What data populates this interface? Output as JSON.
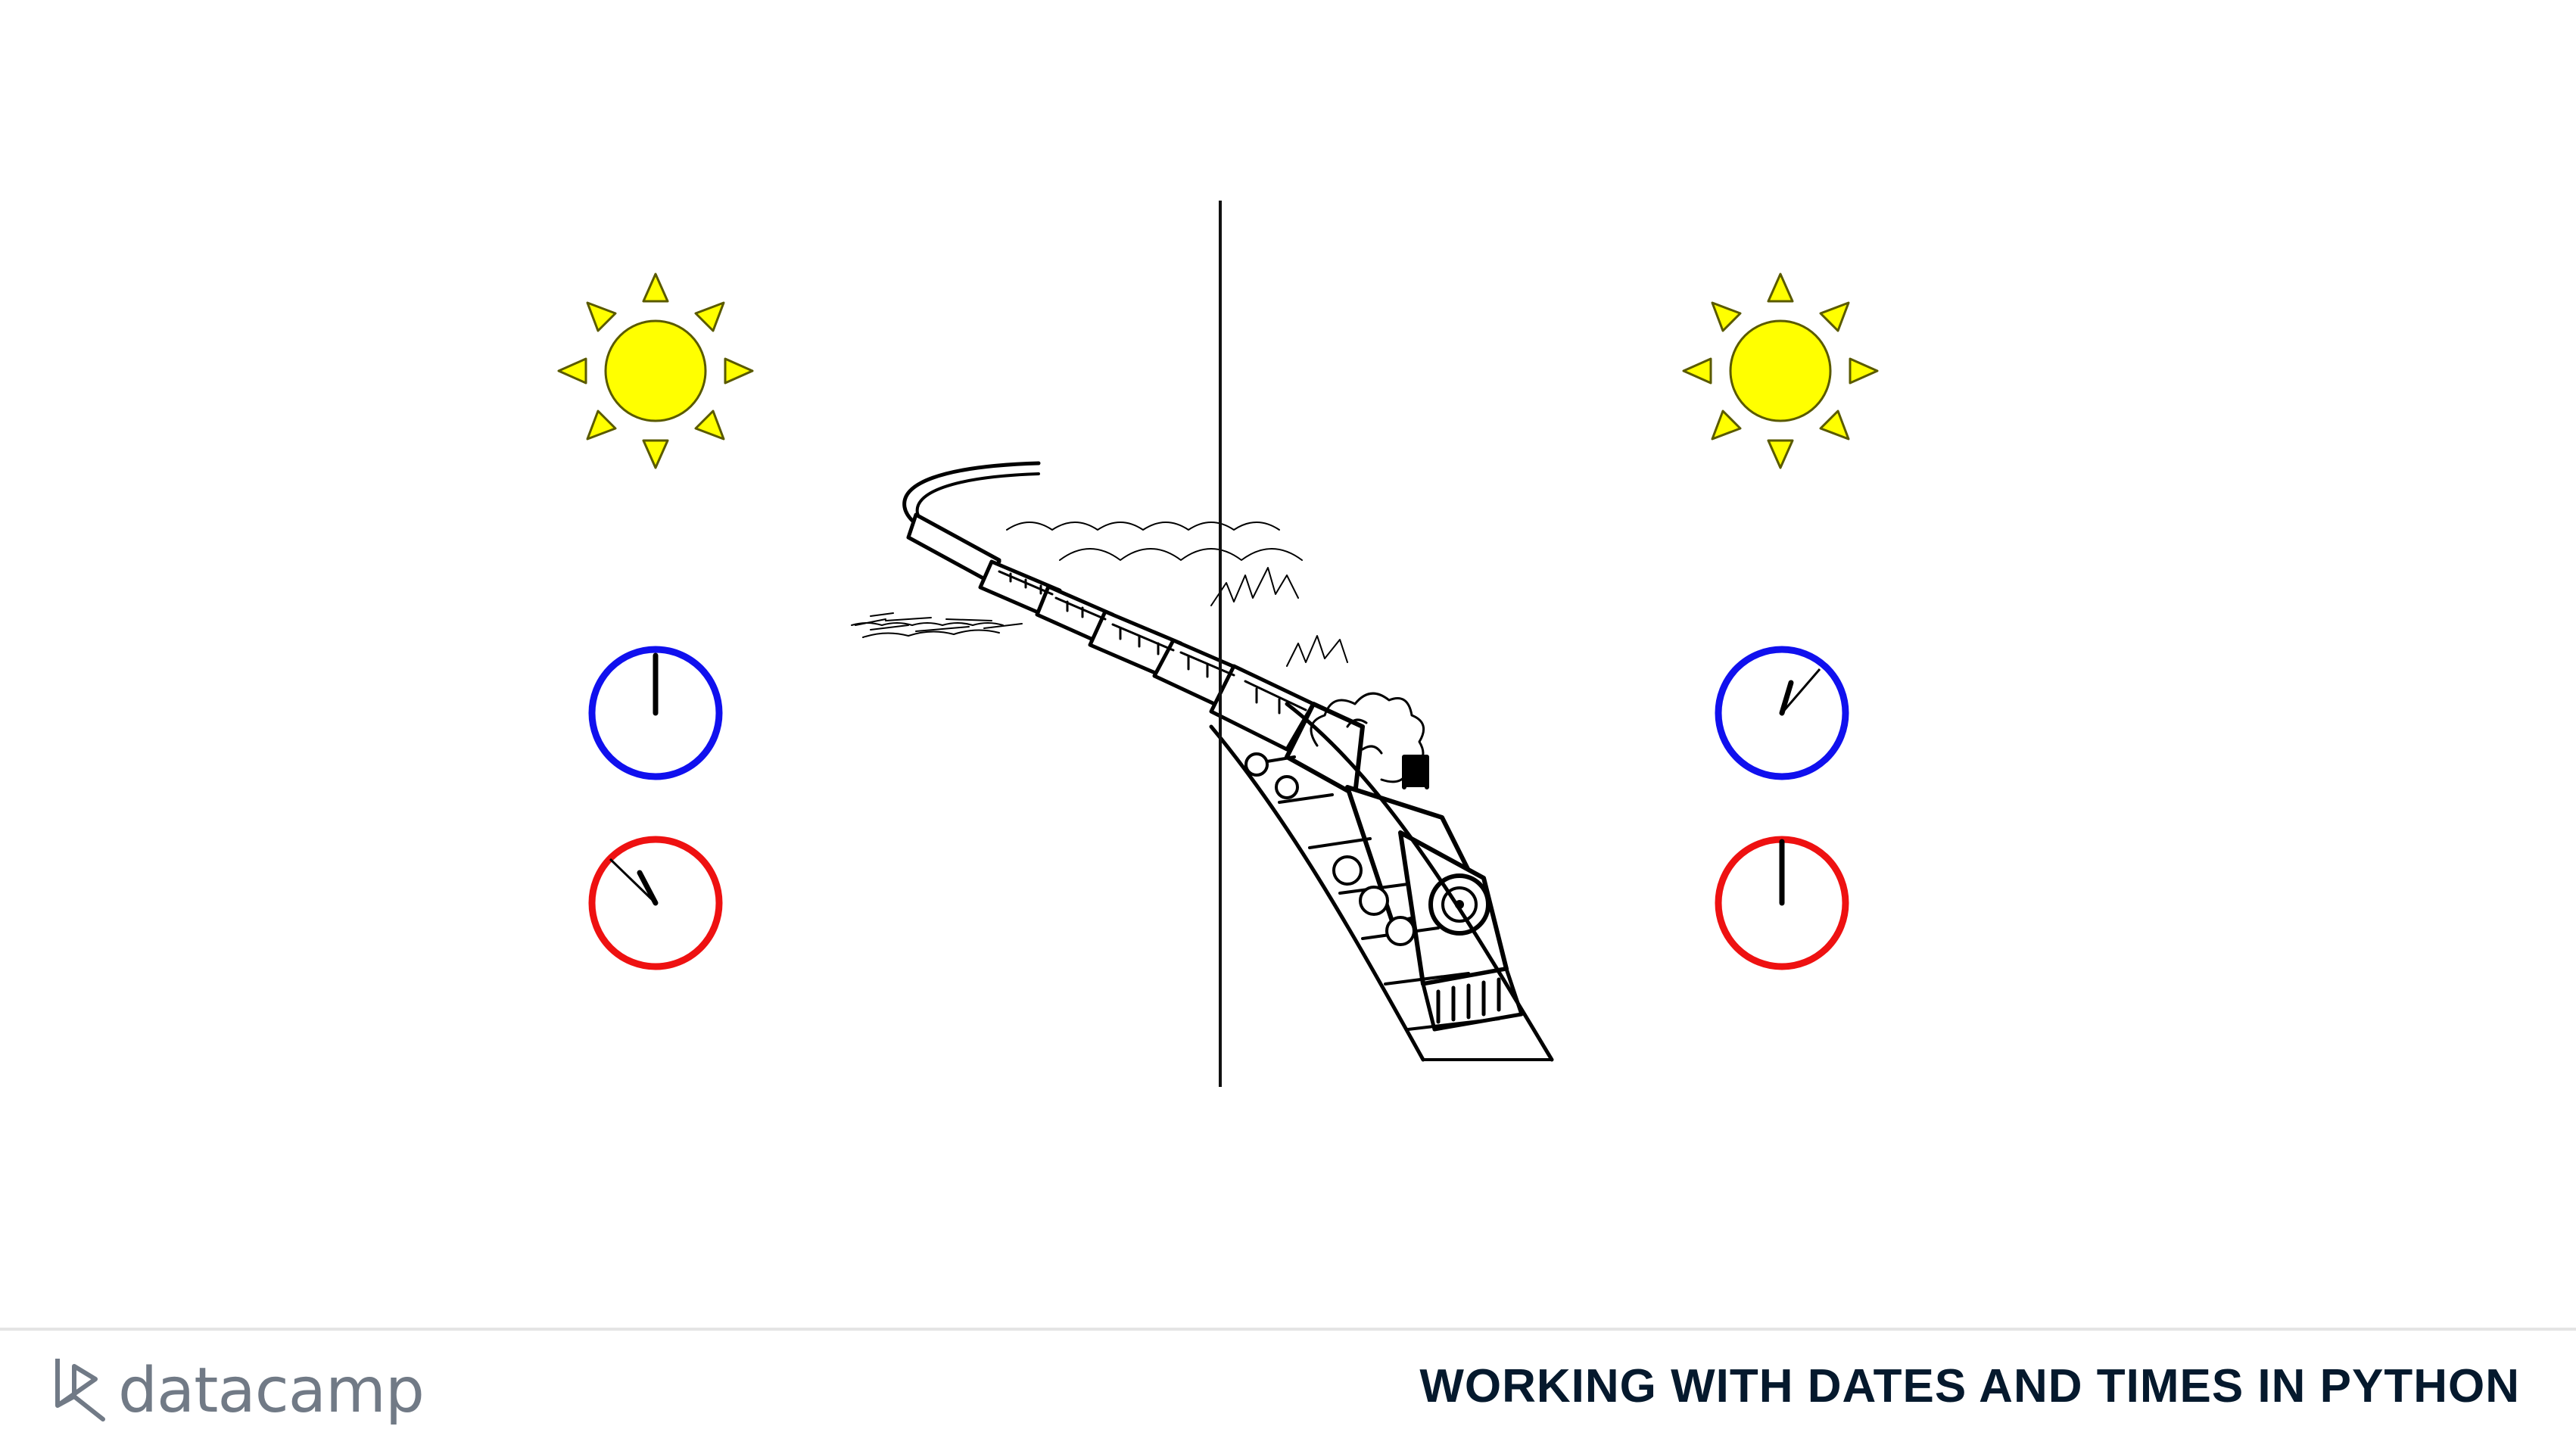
{
  "footer": {
    "brand": "datacamp",
    "course_title": "WORKING WITH DATES AND TIMES IN PYTHON"
  },
  "colors": {
    "sun_fill": "#ffff00",
    "sun_stroke": "#5a5a00",
    "clock_blue": "#1010ee",
    "clock_red": "#ee1111",
    "divider": "#111111",
    "brand_gray": "#717a86",
    "title_navy": "#05192d"
  },
  "icons": [
    "sun-icon",
    "clock-icon",
    "train-illustration",
    "datacamp-logo-icon"
  ]
}
